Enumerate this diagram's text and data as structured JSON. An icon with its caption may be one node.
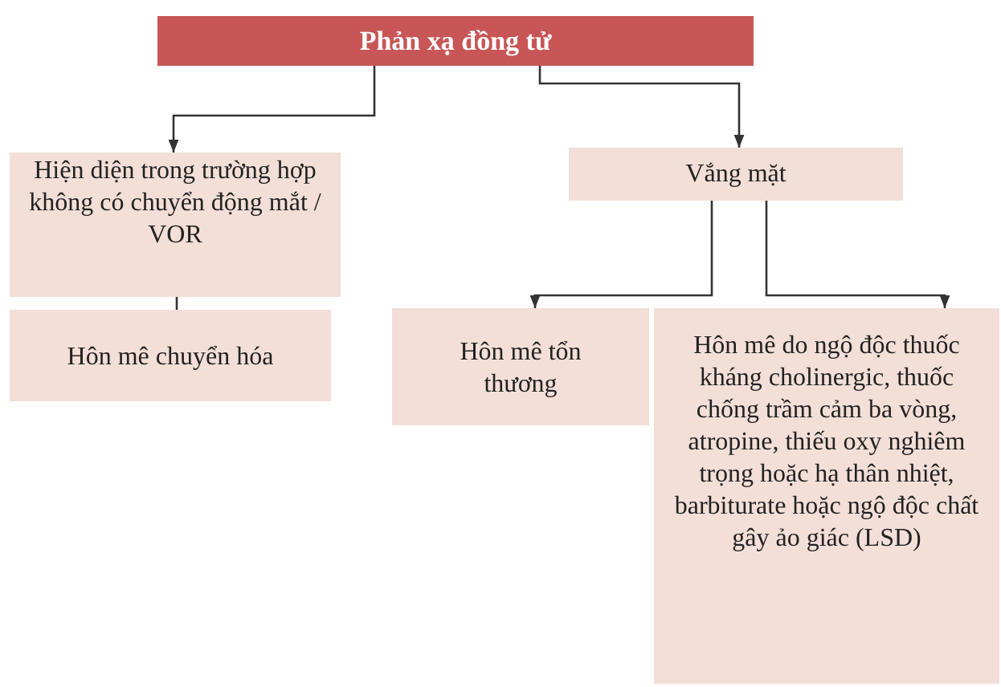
{
  "diagram": {
    "nodes": [
      {
        "text": [
          "Phản xạ đồng tử"
        ]
      },
      {
        "text": [
          "Hiện diện trong trường hợp không có chuyển động mắt / VOR"
        ]
      },
      {
        "text": [
          "Vắng mặt"
        ]
      },
      {
        "text": [
          "Hôn mê chuyển hóa"
        ]
      },
      {
        "text": [
          "Hôn mê tổn thương"
        ]
      },
      {
        "text": [
          "Hôn mê do ngộ độc thuốc kháng cholinergic, thuốc chống trầm cảm ba vòng, atropine, thiếu oxy nghiêm trọng hoặc hạ thân nhiệt, barbiturate hoặc ngộ độc chất gây ảo giác (LSD)"
        ]
      }
    ],
    "edges": [
      {
        "from": 0,
        "to": 1,
        "arrow": "to"
      },
      {
        "from": 0,
        "to": 2,
        "arrow": "to"
      },
      {
        "from": 1,
        "to": 3,
        "arrow": "none"
      },
      {
        "from": 2,
        "to": 4,
        "arrow": "to"
      },
      {
        "from": 2,
        "to": 5,
        "arrow": "to"
      }
    ]
  }
}
